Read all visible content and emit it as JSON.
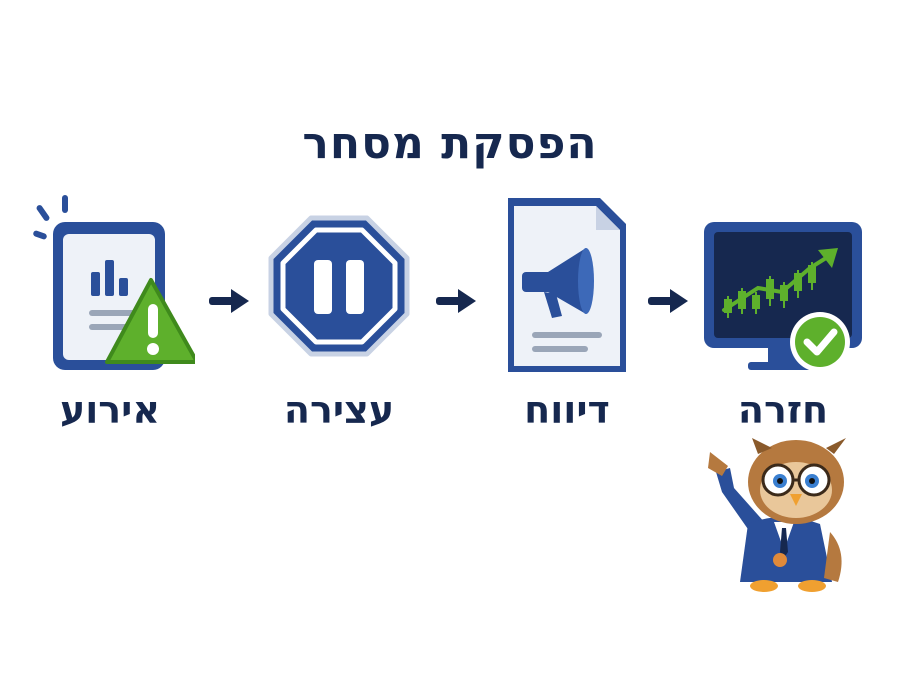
{
  "diagram": {
    "title": "הפסקת מסחר",
    "steps": [
      {
        "label": "אירוע",
        "icon": "report-warning-icon"
      },
      {
        "label": "עצירה",
        "icon": "pause-stop-icon"
      },
      {
        "label": "דיווח",
        "icon": "megaphone-document-icon"
      },
      {
        "label": "חזרה",
        "icon": "monitor-chart-check-icon"
      }
    ],
    "connector_icon": "arrow-right-icon",
    "mascot_icon": "owl-mascot-icon"
  },
  "colors": {
    "navy": "#16284f",
    "blue": "#2a4f9a",
    "green": "#5eb02c",
    "paper": "#eef2f8"
  }
}
